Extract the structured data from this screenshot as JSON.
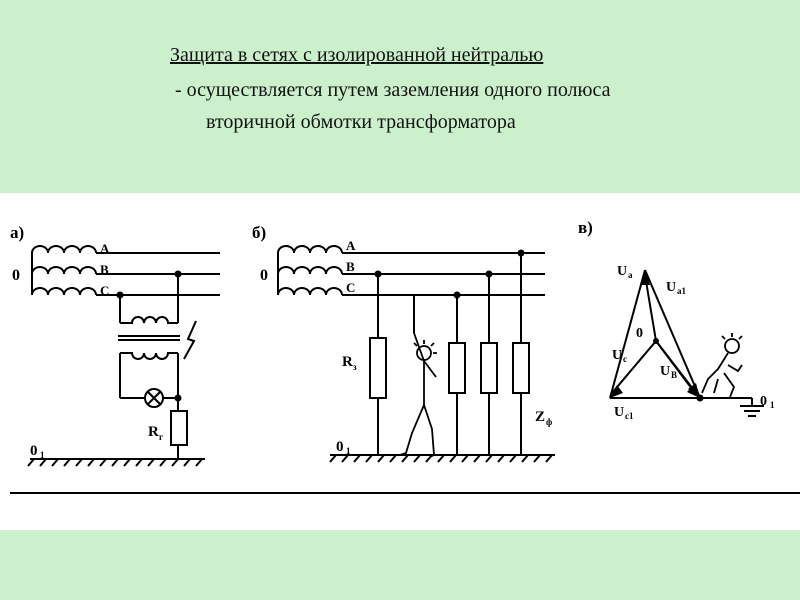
{
  "header": {
    "title": "Защита в сетях с изолированной нейтралью",
    "line1": "- осуществляется путем заземления  одного  полюса",
    "line2": "вторичной обмотки трансформатора"
  },
  "diagram_a": {
    "label": "а)",
    "phase_a": "A",
    "phase_b": "B",
    "phase_c": "C",
    "neutral": "0",
    "resistor": "R",
    "resistor_sub": "г",
    "ground": "0",
    "ground_sub": "1"
  },
  "diagram_b": {
    "label": "б)",
    "phase_a": "A",
    "phase_b": "B",
    "phase_c": "C",
    "neutral": "0",
    "resistor": "R",
    "resistor_sub": "з",
    "impedance": "Z",
    "impedance_sub": "ф",
    "ground": "0",
    "ground_sub": "1"
  },
  "diagram_c": {
    "label": "в)",
    "ua": "U",
    "ua_sub": "a",
    "ua1": "U",
    "ua1_sub": "a1",
    "zero": "0",
    "uc": "U",
    "uc_sub": "c",
    "ub": "U",
    "ub_sub": "B",
    "uc1": "U",
    "uc1_sub": "c1",
    "ground": "0",
    "ground_sub": "1"
  }
}
